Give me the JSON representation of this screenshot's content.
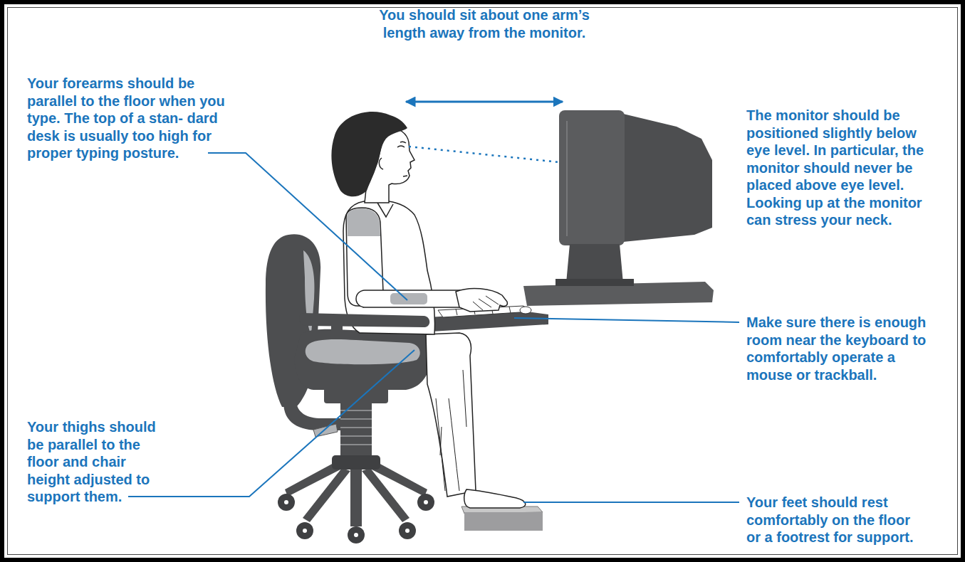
{
  "diagram": {
    "labels": [
      "You should sit about one arm’s length away from the monitor.",
      "Your forearms should be parallel to the floor when you type. The top of a stan- dard desk is usually too high for proper typing posture.",
      "Your thighs should be parallel to the floor and chair height adjusted to support them.",
      "The monitor should be positioned slightly below eye level. In particular, the monitor should never be placed above eye level. Looking up at the monitor can stress your neck.",
      "Make sure there is enough room near the keyboard to comfortably operate a mouse or trackball.",
      "Your feet should rest comfortably on the floor or a footrest for support."
    ]
  }
}
